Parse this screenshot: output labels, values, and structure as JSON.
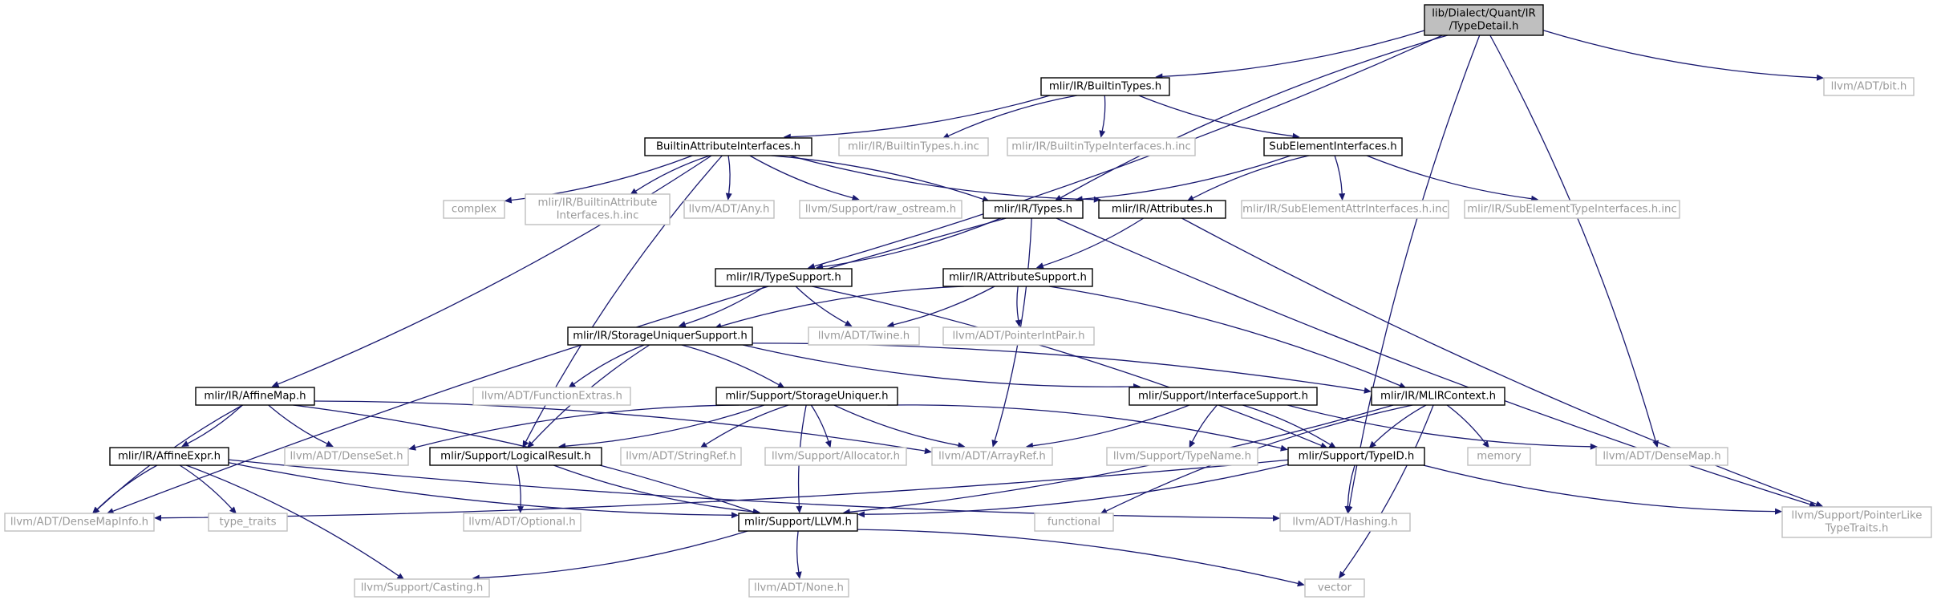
{
  "title": "lib/Dialect/Quant/IR/TypeDetail.h",
  "colors": {
    "edge": "#191970",
    "root_fill": "#bfbfbf",
    "external_text": "#9a9a9a",
    "external_border": "#bfbfbf"
  },
  "nodes": [
    {
      "id": "typedetail",
      "lines": [
        "lib/Dialect/Quant/IR",
        "/TypeDetail.h"
      ],
      "kind": "root"
    },
    {
      "id": "builtintypes",
      "lines": [
        "mlir/IR/BuiltinTypes.h"
      ],
      "kind": "primary"
    },
    {
      "id": "bit",
      "lines": [
        "llvm/ADT/bit.h"
      ],
      "kind": "external"
    },
    {
      "id": "builtinattrif",
      "lines": [
        "BuiltinAttributeInterfaces.h"
      ],
      "kind": "primary"
    },
    {
      "id": "builtintypesinc",
      "lines": [
        "mlir/IR/BuiltinTypes.h.inc"
      ],
      "kind": "external"
    },
    {
      "id": "builtintypeifinc",
      "lines": [
        "mlir/IR/BuiltinTypeInterfaces.h.inc"
      ],
      "kind": "external"
    },
    {
      "id": "subelemif",
      "lines": [
        "SubElementInterfaces.h"
      ],
      "kind": "primary"
    },
    {
      "id": "complex",
      "lines": [
        "complex"
      ],
      "kind": "external"
    },
    {
      "id": "builtinattrifinc",
      "lines": [
        "mlir/IR/BuiltinAttribute",
        "Interfaces.h.inc"
      ],
      "kind": "external"
    },
    {
      "id": "any",
      "lines": [
        "llvm/ADT/Any.h"
      ],
      "kind": "external"
    },
    {
      "id": "rawostream",
      "lines": [
        "llvm/Support/raw_ostream.h"
      ],
      "kind": "external"
    },
    {
      "id": "types",
      "lines": [
        "mlir/IR/Types.h"
      ],
      "kind": "primary"
    },
    {
      "id": "attributes",
      "lines": [
        "mlir/IR/Attributes.h"
      ],
      "kind": "primary"
    },
    {
      "id": "subelemattrinc",
      "lines": [
        "mlir/IR/SubElementAttrInterfaces.h.inc"
      ],
      "kind": "external"
    },
    {
      "id": "subelemtypeinc",
      "lines": [
        "mlir/IR/SubElementTypeInterfaces.h.inc"
      ],
      "kind": "external"
    },
    {
      "id": "typesupport",
      "lines": [
        "mlir/IR/TypeSupport.h"
      ],
      "kind": "primary"
    },
    {
      "id": "attrsupport",
      "lines": [
        "mlir/IR/AttributeSupport.h"
      ],
      "kind": "primary"
    },
    {
      "id": "storageuniqsupport",
      "lines": [
        "mlir/IR/StorageUniquerSupport.h"
      ],
      "kind": "primary"
    },
    {
      "id": "twine",
      "lines": [
        "llvm/ADT/Twine.h"
      ],
      "kind": "external"
    },
    {
      "id": "pointerintpair",
      "lines": [
        "llvm/ADT/PointerIntPair.h"
      ],
      "kind": "external"
    },
    {
      "id": "functionextras",
      "lines": [
        "llvm/ADT/FunctionExtras.h"
      ],
      "kind": "external"
    },
    {
      "id": "affinemap",
      "lines": [
        "mlir/IR/AffineMap.h"
      ],
      "kind": "primary"
    },
    {
      "id": "storageuniquer",
      "lines": [
        "mlir/Support/StorageUniquer.h"
      ],
      "kind": "primary"
    },
    {
      "id": "interfacesupport",
      "lines": [
        "mlir/Support/InterfaceSupport.h"
      ],
      "kind": "primary"
    },
    {
      "id": "mlircontext",
      "lines": [
        "mlir/IR/MLIRContext.h"
      ],
      "kind": "primary"
    },
    {
      "id": "affineexpr",
      "lines": [
        "mlir/IR/AffineExpr.h"
      ],
      "kind": "primary"
    },
    {
      "id": "denseset",
      "lines": [
        "llvm/ADT/DenseSet.h"
      ],
      "kind": "external"
    },
    {
      "id": "logicalresult",
      "lines": [
        "mlir/Support/LogicalResult.h"
      ],
      "kind": "primary"
    },
    {
      "id": "stringref",
      "lines": [
        "llvm/ADT/StringRef.h"
      ],
      "kind": "external"
    },
    {
      "id": "allocator",
      "lines": [
        "llvm/Support/Allocator.h"
      ],
      "kind": "external"
    },
    {
      "id": "arrayref",
      "lines": [
        "llvm/ADT/ArrayRef.h"
      ],
      "kind": "external"
    },
    {
      "id": "typename",
      "lines": [
        "llvm/Support/TypeName.h"
      ],
      "kind": "external"
    },
    {
      "id": "typeid",
      "lines": [
        "mlir/Support/TypeID.h"
      ],
      "kind": "primary"
    },
    {
      "id": "memory",
      "lines": [
        "memory"
      ],
      "kind": "external"
    },
    {
      "id": "densemap",
      "lines": [
        "llvm/ADT/DenseMap.h"
      ],
      "kind": "external"
    },
    {
      "id": "densemapinfo",
      "lines": [
        "llvm/ADT/DenseMapInfo.h"
      ],
      "kind": "external"
    },
    {
      "id": "typetraits",
      "lines": [
        "type_traits"
      ],
      "kind": "external"
    },
    {
      "id": "optional",
      "lines": [
        "llvm/ADT/Optional.h"
      ],
      "kind": "external"
    },
    {
      "id": "llvmh",
      "lines": [
        "mlir/Support/LLVM.h"
      ],
      "kind": "primary"
    },
    {
      "id": "functional",
      "lines": [
        "functional"
      ],
      "kind": "external"
    },
    {
      "id": "hashing",
      "lines": [
        "llvm/ADT/Hashing.h"
      ],
      "kind": "external"
    },
    {
      "id": "pointerlike",
      "lines": [
        "llvm/Support/PointerLike",
        "TypeTraits.h"
      ],
      "kind": "external"
    },
    {
      "id": "casting",
      "lines": [
        "llvm/Support/Casting.h"
      ],
      "kind": "external"
    },
    {
      "id": "none",
      "lines": [
        "llvm/ADT/None.h"
      ],
      "kind": "external"
    },
    {
      "id": "vector",
      "lines": [
        "vector"
      ],
      "kind": "external"
    }
  ],
  "edges": [
    [
      "typedetail",
      "builtintypes"
    ],
    [
      "typedetail",
      "bit"
    ],
    [
      "typedetail",
      "typesupport"
    ],
    [
      "typedetail",
      "types"
    ],
    [
      "typedetail",
      "densemap"
    ],
    [
      "typedetail",
      "hashing"
    ],
    [
      "builtintypes",
      "builtinattrif"
    ],
    [
      "builtintypes",
      "builtintypesinc"
    ],
    [
      "builtintypes",
      "builtintypeifinc"
    ],
    [
      "builtintypes",
      "subelemif"
    ],
    [
      "builtinattrif",
      "complex"
    ],
    [
      "builtinattrif",
      "builtinattrifinc"
    ],
    [
      "builtinattrif",
      "any"
    ],
    [
      "builtinattrif",
      "rawostream"
    ],
    [
      "builtinattrif",
      "types"
    ],
    [
      "builtinattrif",
      "attributes"
    ],
    [
      "builtinattrif",
      "affinemap"
    ],
    [
      "builtinattrif",
      "logicalresult"
    ],
    [
      "subelemif",
      "types"
    ],
    [
      "subelemif",
      "attributes"
    ],
    [
      "subelemif",
      "subelemattrinc"
    ],
    [
      "subelemif",
      "subelemtypeinc"
    ],
    [
      "types",
      "typesupport"
    ],
    [
      "types",
      "densemapinfo"
    ],
    [
      "types",
      "arrayref"
    ],
    [
      "types",
      "pointerlike"
    ],
    [
      "attributes",
      "attrsupport"
    ],
    [
      "attributes",
      "pointerlike"
    ],
    [
      "typesupport",
      "storageuniqsupport"
    ],
    [
      "typesupport",
      "twine"
    ],
    [
      "typesupport",
      "typeid"
    ],
    [
      "attrsupport",
      "storageuniqsupport"
    ],
    [
      "attrsupport",
      "twine"
    ],
    [
      "attrsupport",
      "pointerintpair"
    ],
    [
      "attrsupport",
      "mlircontext"
    ],
    [
      "storageuniqsupport",
      "functionextras"
    ],
    [
      "storageuniqsupport",
      "storageuniquer"
    ],
    [
      "storageuniqsupport",
      "interfacesupport"
    ],
    [
      "storageuniqsupport",
      "mlircontext"
    ],
    [
      "storageuniqsupport",
      "logicalresult"
    ],
    [
      "affinemap",
      "affineexpr"
    ],
    [
      "affinemap",
      "denseset"
    ],
    [
      "affinemap",
      "arrayref"
    ],
    [
      "affinemap",
      "densemapinfo"
    ],
    [
      "affinemap",
      "llvmh"
    ],
    [
      "storageuniquer",
      "denseset"
    ],
    [
      "storageuniquer",
      "logicalresult"
    ],
    [
      "storageuniquer",
      "stringref"
    ],
    [
      "storageuniquer",
      "allocator"
    ],
    [
      "storageuniquer",
      "arrayref"
    ],
    [
      "storageuniquer",
      "typeid"
    ],
    [
      "storageuniquer",
      "llvmh"
    ],
    [
      "interfacesupport",
      "arrayref"
    ],
    [
      "interfacesupport",
      "typename"
    ],
    [
      "interfacesupport",
      "typeid"
    ],
    [
      "interfacesupport",
      "densemap"
    ],
    [
      "mlircontext",
      "memory"
    ],
    [
      "mlircontext",
      "typeid"
    ],
    [
      "mlircontext",
      "llvmh"
    ],
    [
      "mlircontext",
      "functional"
    ],
    [
      "mlircontext",
      "vector"
    ],
    [
      "affineexpr",
      "densemapinfo"
    ],
    [
      "affineexpr",
      "typetraits"
    ],
    [
      "affineexpr",
      "llvmh"
    ],
    [
      "affineexpr",
      "casting"
    ],
    [
      "affineexpr",
      "hashing"
    ],
    [
      "logicalresult",
      "optional"
    ],
    [
      "logicalresult",
      "llvmh"
    ],
    [
      "typeid",
      "densemapinfo"
    ],
    [
      "typeid",
      "hashing"
    ],
    [
      "typeid",
      "llvmh"
    ],
    [
      "typeid",
      "pointerlike"
    ],
    [
      "llvmh",
      "casting"
    ],
    [
      "llvmh",
      "none"
    ],
    [
      "llvmh",
      "vector"
    ]
  ]
}
